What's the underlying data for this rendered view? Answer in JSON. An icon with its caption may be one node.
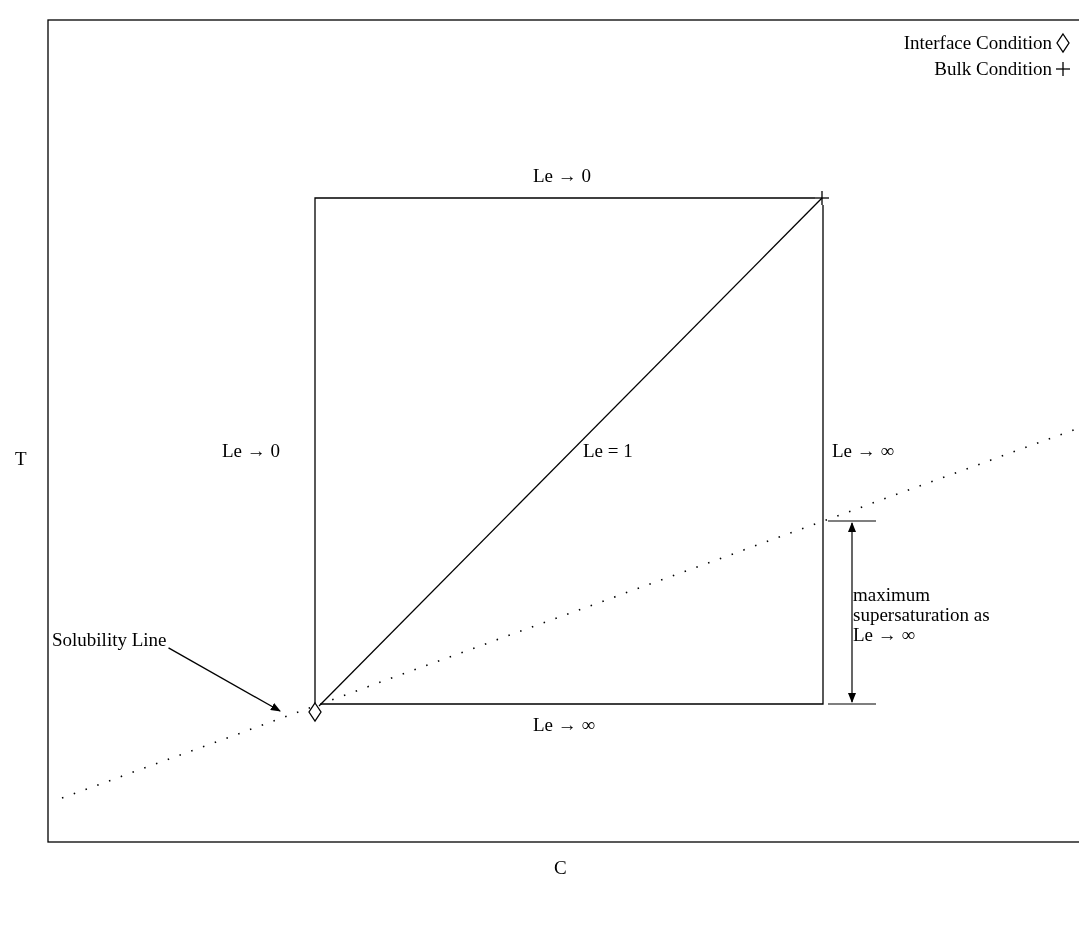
{
  "diagram": {
    "nodes": [
      {
        "text": [],
        "shape": "diamond"
      },
      {
        "text": [],
        "shape": "cross"
      },
      {
        "text": [
          "Solubility Line"
        ]
      }
    ],
    "edges": [
      {
        "from": 0,
        "to": 1,
        "arrow": "none",
        "label": "Le = 1"
      },
      {
        "from": 0,
        "to": 1,
        "arrow": "none"
      },
      {
        "from": 0,
        "to": 1,
        "arrow": "none"
      },
      {
        "from": 2,
        "to": null,
        "arrow": "to"
      }
    ],
    "labels": [
      "Le → 0",
      "Le → 0",
      "Le → ∞",
      "T",
      "maximum supersaturation as Le → ∞",
      "Le → ∞",
      "C"
    ],
    "legend": [
      {
        "text": "Interface Condition"
      },
      {
        "text": "Bulk Condition"
      }
    ]
  }
}
